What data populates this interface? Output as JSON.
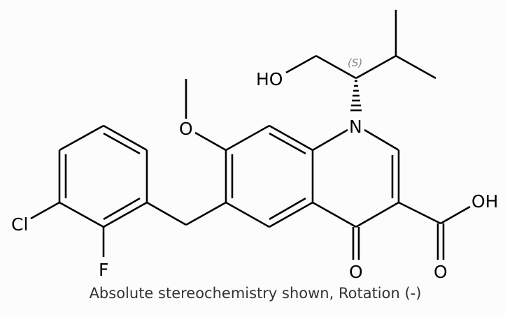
{
  "molecule": {
    "atoms": {
      "hydroxyl_top": "HO",
      "methoxy_o": "O",
      "n1": "N",
      "carboxyl_oh": "OH",
      "ketone_o": "O",
      "carboxyl_o": "O",
      "chlorine": "Cl",
      "fluorine": "F"
    },
    "stereo_label": "(S)"
  },
  "caption": "Absolute stereochemistry shown, Rotation (-)"
}
